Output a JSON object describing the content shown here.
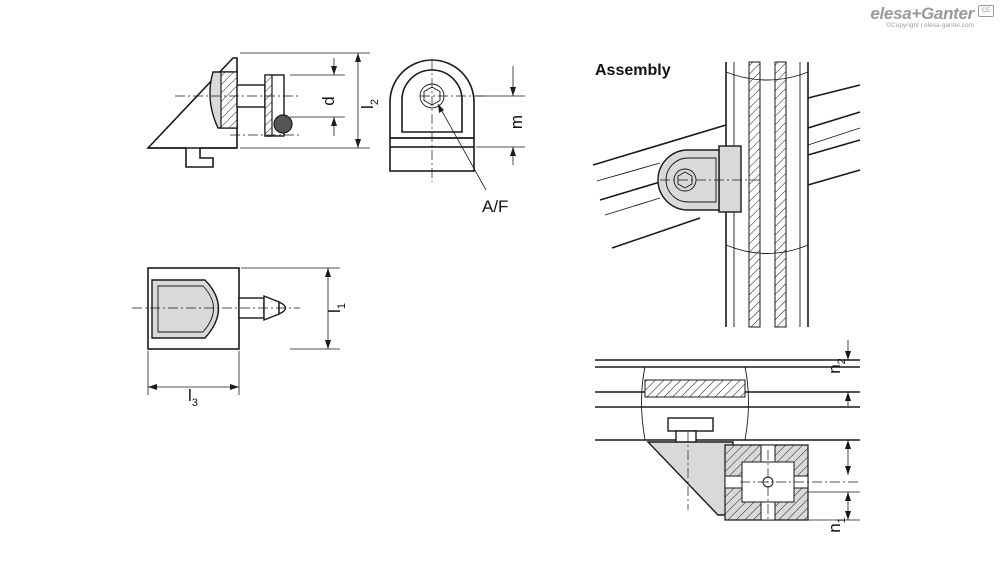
{
  "brand": {
    "name": "elesa+Ganter",
    "copyright": "©Copyright | elesa-ganter.com",
    "badge": "CE"
  },
  "assembly_title": "Assembly",
  "dimensions": {
    "d": "d",
    "l": "l",
    "l2_sub": "2",
    "l1_sub": "1",
    "l3_sub": "3",
    "m": "m",
    "af": "A/F",
    "n": "n",
    "n2_sub": "2",
    "n1_sub": "1"
  },
  "colors": {
    "line": "#1a1a1a",
    "fill_grey": "#d9d9d9",
    "brand_grey": "#9a9a9a"
  }
}
